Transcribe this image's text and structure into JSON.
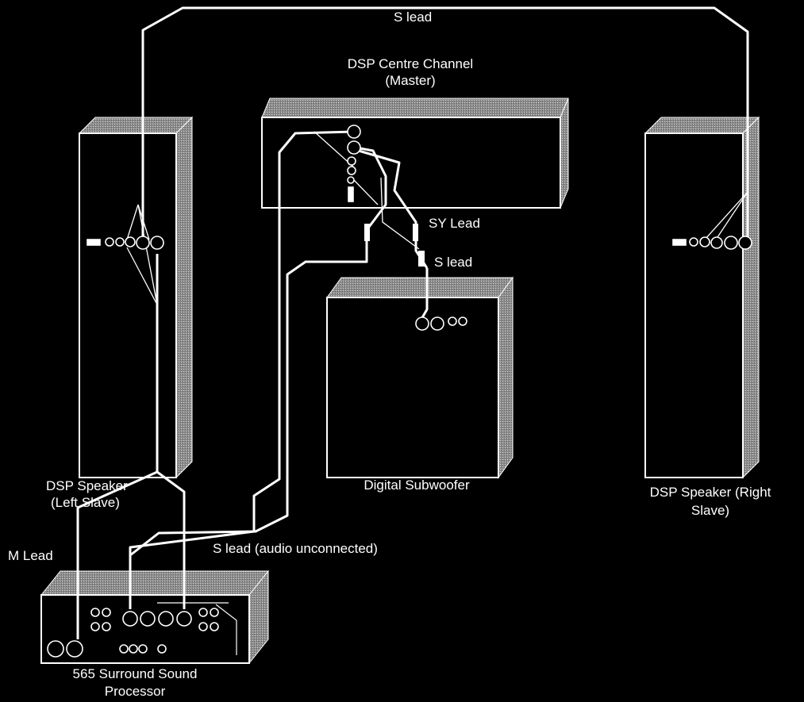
{
  "diagram": {
    "labels": {
      "s_lead_top": "S lead",
      "centre_title_1": "DSP Centre Channel",
      "centre_title_2": "(Master)",
      "sy_lead": "SY Lead",
      "s_lead_mid": "S lead",
      "left_speaker_1": "DSP Speaker",
      "left_speaker_2": "(Left Slave)",
      "subwoofer": "Digital Subwoofer",
      "right_speaker_1": "DSP Speaker (Right",
      "right_speaker_2": "Slave)",
      "m_lead": "M Lead",
      "s_lead_audio": "S lead (audio unconnected)",
      "processor_1": "565 Surround Sound",
      "processor_2": "Processor"
    },
    "devices": [
      "DSP Centre Channel (Master)",
      "DSP Speaker (Left Slave)",
      "Digital Subwoofer",
      "DSP Speaker (Right Slave)",
      "565 Surround Sound Processor"
    ],
    "colors": {
      "background": "#000000",
      "box_fill": "#000000",
      "box_outline": "#ffffff",
      "box_side_shade": "#9a9a9a",
      "box_top_shade": "#bdbdbd",
      "cable": "#ffffff",
      "label": "#ffffff"
    }
  }
}
